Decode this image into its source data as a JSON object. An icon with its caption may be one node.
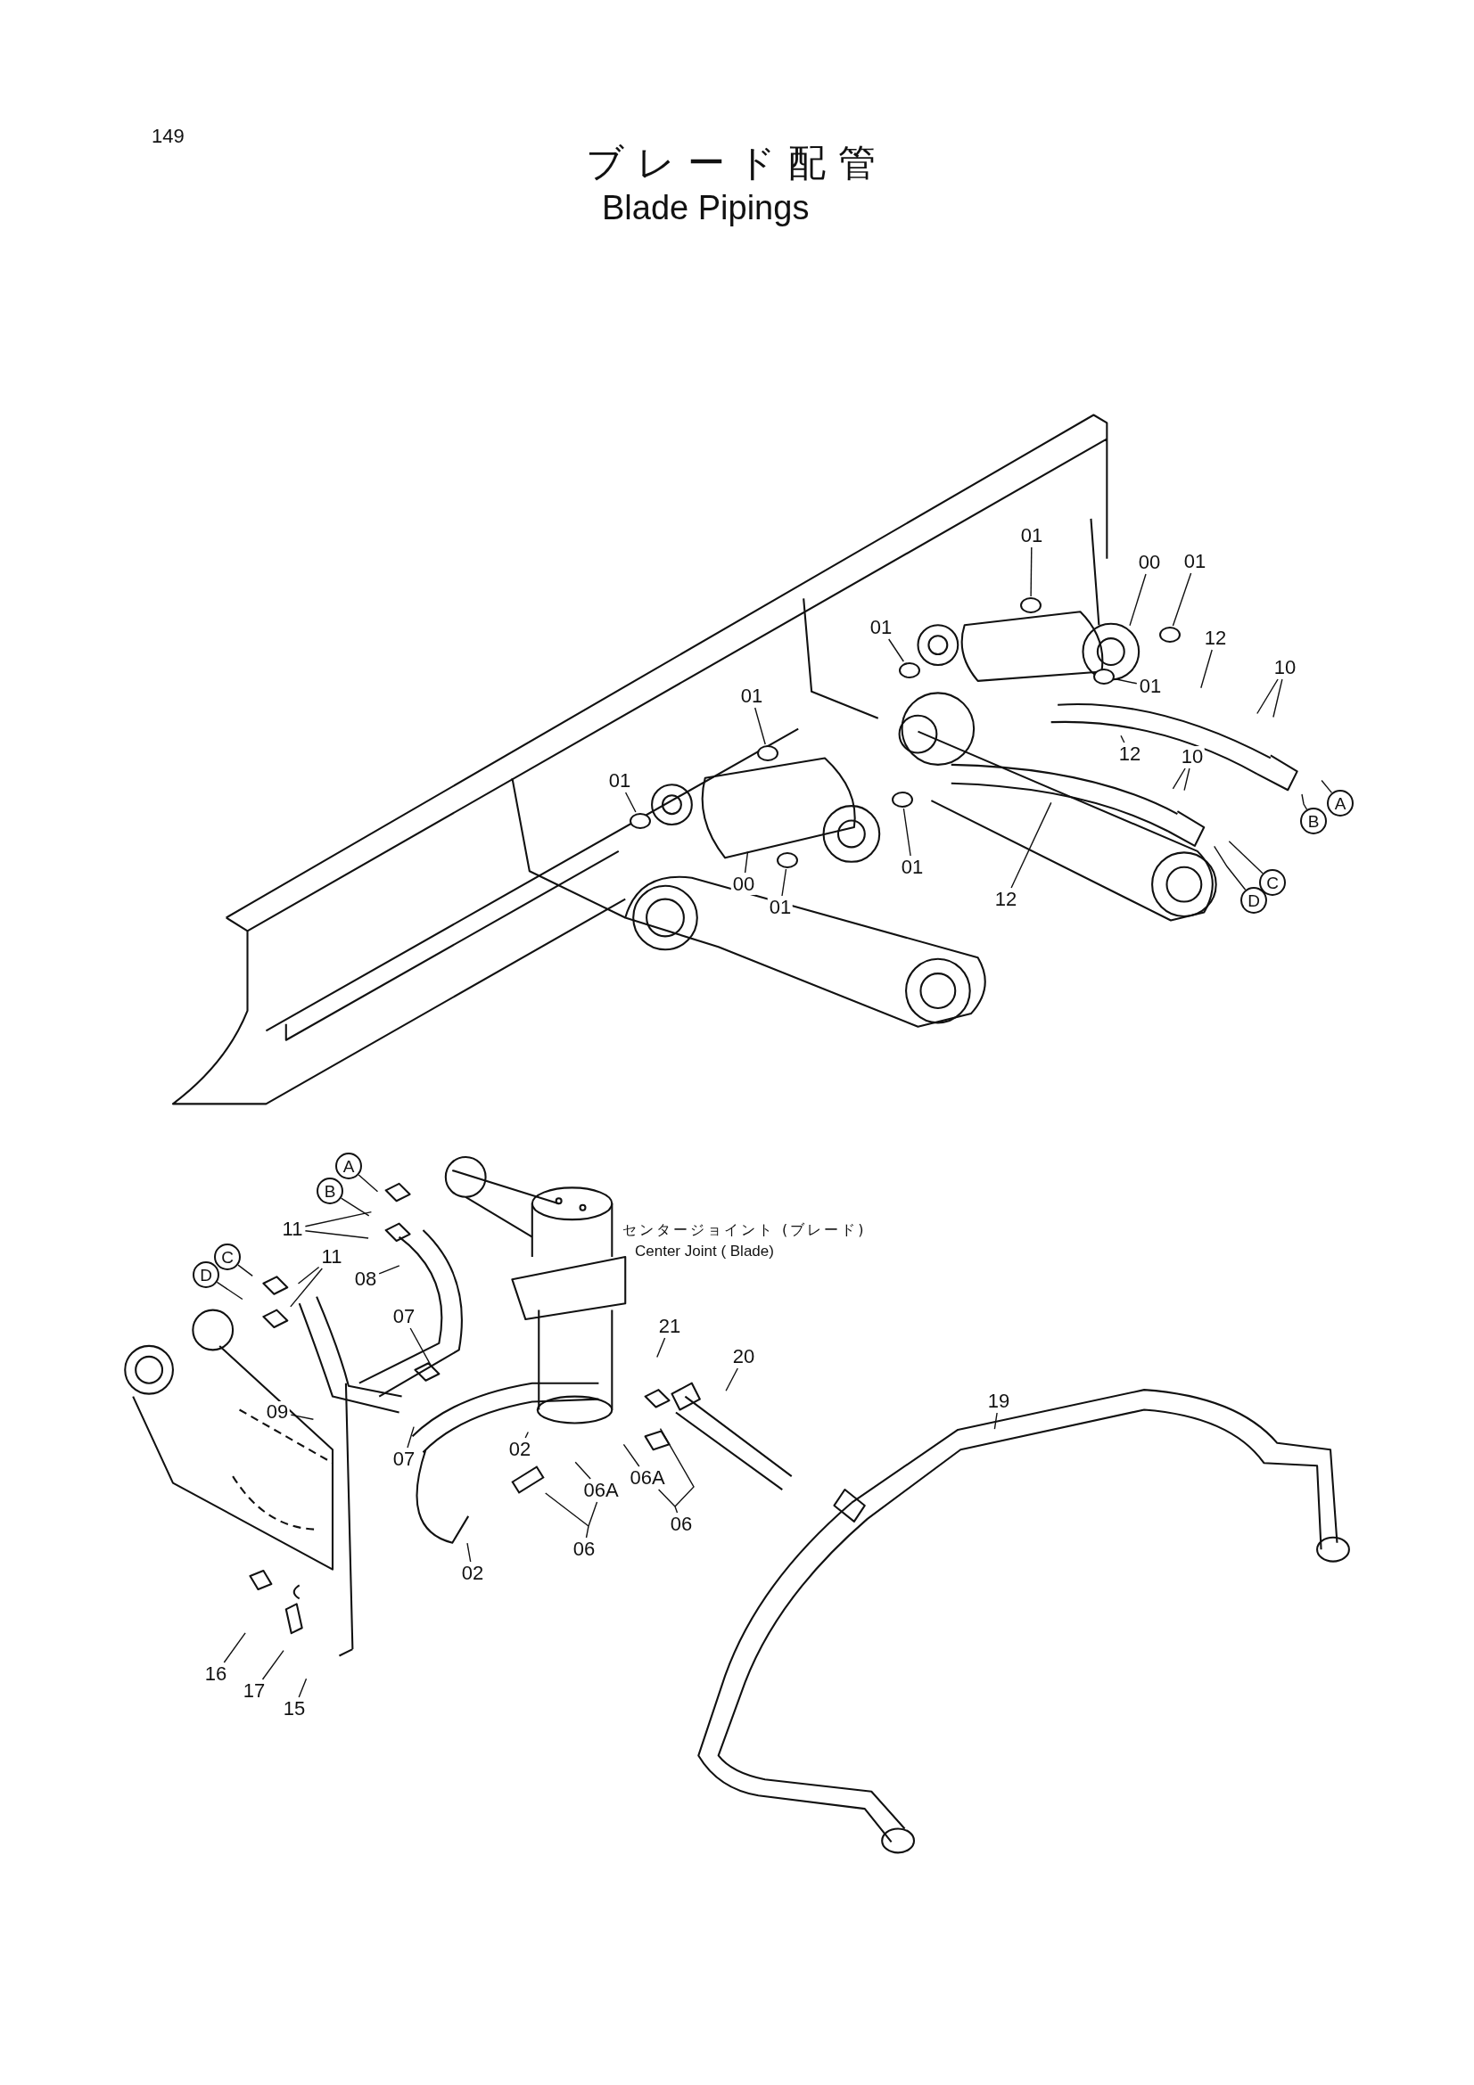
{
  "diagram": {
    "title": "ブレード配管",
    "nodes": [
      {
        "text": [
          "01"
        ]
      },
      {
        "text": [
          "00"
        ]
      },
      {
        "text": [
          "01"
        ]
      },
      {
        "text": [
          "01"
        ]
      },
      {
        "text": [
          "12"
        ]
      },
      {
        "text": [
          "10"
        ]
      },
      {
        "text": [
          "01"
        ]
      },
      {
        "text": [
          "01"
        ]
      },
      {
        "text": [
          "12"
        ]
      },
      {
        "text": [
          "10"
        ]
      },
      {
        "text": [
          "01"
        ]
      },
      {
        "text": [
          "A"
        ]
      },
      {
        "text": [
          "B"
        ]
      },
      {
        "text": [
          "01"
        ]
      },
      {
        "text": [
          "00"
        ]
      },
      {
        "text": [
          "C"
        ]
      },
      {
        "text": [
          "D"
        ]
      },
      {
        "text": [
          "12"
        ]
      },
      {
        "text": [
          "01"
        ]
      },
      {
        "text": [
          "A"
        ]
      },
      {
        "text": [
          "B"
        ]
      },
      {
        "text": [
          "11"
        ]
      },
      {
        "text": [
          "C"
        ]
      },
      {
        "text": [
          "11"
        ]
      },
      {
        "text": [
          "D"
        ]
      },
      {
        "text": [
          "08"
        ]
      },
      {
        "text": [
          "07"
        ]
      },
      {
        "text": [
          "21"
        ]
      },
      {
        "text": [
          "20"
        ]
      },
      {
        "text": [
          "19"
        ]
      },
      {
        "text": [
          "09"
        ]
      },
      {
        "text": [
          "02"
        ]
      },
      {
        "text": [
          "07"
        ]
      },
      {
        "text": [
          "06A"
        ]
      },
      {
        "text": [
          "06A"
        ]
      },
      {
        "text": [
          "06"
        ]
      },
      {
        "text": [
          "06"
        ]
      },
      {
        "text": [
          "02"
        ]
      },
      {
        "text": [
          "16"
        ]
      },
      {
        "text": [
          "17"
        ]
      },
      {
        "text": [
          "15"
        ]
      },
      {
        "text": [],
        "shape": "circle"
      },
      {
        "text": [],
        "shape": "circle"
      },
      {
        "text": [],
        "shape": "circle"
      },
      {
        "text": [],
        "shape": "circle"
      },
      {
        "text": [],
        "shape": "circle"
      },
      {
        "text": [],
        "shape": "circle"
      },
      {
        "text": [],
        "shape": "circle"
      },
      {
        "text": [],
        "shape": "circle"
      },
      {
        "text": [],
        "shape": "box"
      }
    ],
    "edges": [
      {
        "from": 0,
        "to": 41,
        "arrow": "none"
      },
      {
        "from": 1,
        "to": null,
        "arrow": "none"
      },
      {
        "from": 2,
        "to": 42,
        "arrow": "none"
      },
      {
        "from": 3,
        "to": 43,
        "arrow": "none"
      },
      {
        "from": 4,
        "to": null,
        "arrow": "none"
      },
      {
        "from": 5,
        "to": null,
        "arrow": "none"
      },
      {
        "from": 5,
        "to": null,
        "arrow": "none"
      },
      {
        "from": 6,
        "to": 44,
        "arrow": "none"
      },
      {
        "from": 7,
        "to": 45,
        "arrow": "none"
      },
      {
        "from": 8,
        "to": null,
        "arrow": "none"
      },
      {
        "from": 9,
        "to": null,
        "arrow": "none"
      },
      {
        "from": 9,
        "to": null,
        "arrow": "none"
      },
      {
        "from": 10,
        "to": 47,
        "arrow": "none"
      },
      {
        "from": 11,
        "to": null,
        "arrow": "none"
      },
      {
        "from": 12,
        "to": null,
        "arrow": "none"
      },
      {
        "from": 13,
        "to": 46,
        "arrow": "none"
      },
      {
        "from": 14,
        "to": null,
        "arrow": "none"
      },
      {
        "from": 15,
        "to": null,
        "arrow": "none"
      },
      {
        "from": 16,
        "to": null,
        "arrow": "none"
      },
      {
        "from": 17,
        "to": null,
        "arrow": "none"
      },
      {
        "from": 18,
        "to": 48,
        "arrow": "none"
      },
      {
        "from": 19,
        "to": null,
        "arrow": "none"
      },
      {
        "from": 20,
        "to": null,
        "arrow": "none"
      },
      {
        "from": 21,
        "to": null,
        "arrow": "none"
      },
      {
        "from": 21,
        "to": null,
        "arrow": "none"
      },
      {
        "from": 22,
        "to": null,
        "arrow": "none"
      },
      {
        "from": 24,
        "to": null,
        "arrow": "none"
      },
      {
        "from": 23,
        "to": null,
        "arrow": "none"
      },
      {
        "from": 23,
        "to": null,
        "arrow": "none"
      },
      {
        "from": 25,
        "to": null,
        "arrow": "none"
      },
      {
        "from": 26,
        "to": null,
        "arrow": "none"
      },
      {
        "from": 27,
        "to": null,
        "arrow": "none"
      },
      {
        "from": 28,
        "to": null,
        "arrow": "none"
      },
      {
        "from": 29,
        "to": null,
        "arrow": "none"
      },
      {
        "from": 30,
        "to": null,
        "arrow": "none"
      },
      {
        "from": 31,
        "to": null,
        "arrow": "none"
      },
      {
        "from": 32,
        "to": null,
        "arrow": "none"
      },
      {
        "from": 33,
        "to": null,
        "arrow": "none"
      },
      {
        "from": 34,
        "to": null,
        "arrow": "none"
      },
      {
        "from": 35,
        "to": 33,
        "arrow": "none"
      },
      {
        "from": 35,
        "to": null,
        "arrow": "none"
      },
      {
        "from": 36,
        "to": 34,
        "arrow": "none"
      },
      {
        "from": 36,
        "to": 49,
        "arrow": "none"
      },
      {
        "from": 37,
        "to": null,
        "arrow": "none"
      },
      {
        "from": 38,
        "to": null,
        "arrow": "none"
      },
      {
        "from": 39,
        "to": null,
        "arrow": "none"
      },
      {
        "from": 40,
        "to": null,
        "arrow": "none"
      }
    ],
    "labels": [
      "149",
      "Blade Pipings",
      "センタージョイント (ブレード)",
      "Center Joint ( Blade)"
    ]
  }
}
